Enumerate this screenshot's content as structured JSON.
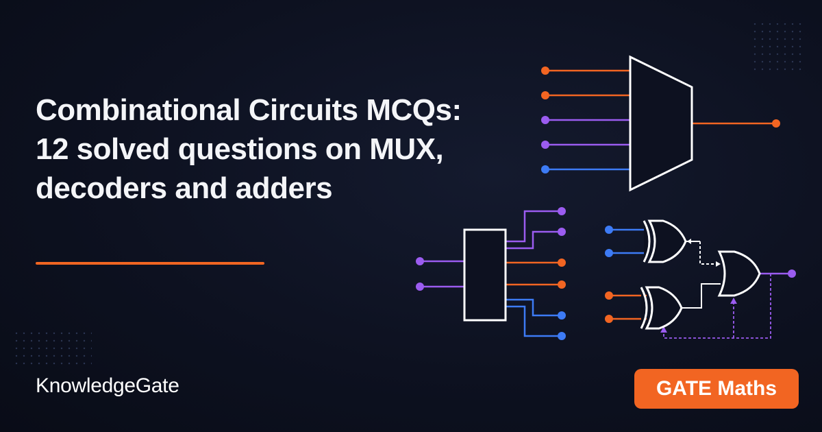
{
  "title": {
    "line1": "Combinational Circuits MCQs:",
    "line2": "12 solved questions on MUX,",
    "line3": "decoders and adders"
  },
  "brand": {
    "name": "KnowledgeGate"
  },
  "badge": {
    "label": "GATE Maths"
  },
  "icons": {
    "mux": "multiplexer-diagram-icon",
    "decoder": "decoder-diagram-icon",
    "adder": "adder-logic-gates-icon"
  },
  "colors": {
    "background": "#0d1120",
    "orange": "#f26522",
    "purple": "#9b5cf0",
    "blue": "#3d7bf5",
    "white": "#ffffff"
  }
}
